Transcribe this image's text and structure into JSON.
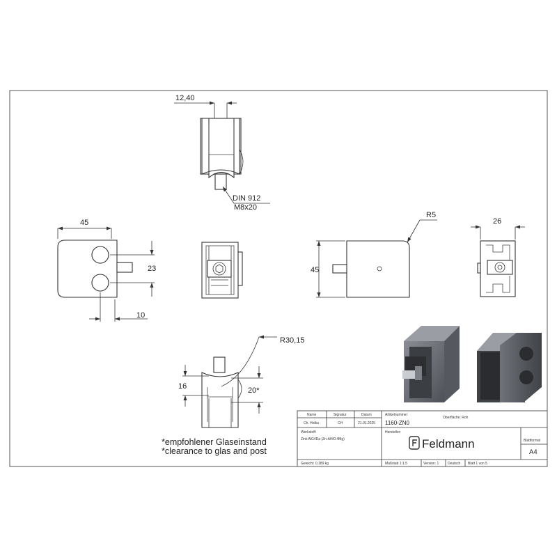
{
  "dimensions": {
    "top_width": "12,40",
    "screw_line1": "DIN 912",
    "screw_line2": "M8x20",
    "front_width": "45",
    "hole_spacing": "23",
    "edge_offset": "10",
    "radius_corner": "R5",
    "back_height": "45",
    "side_width": "26",
    "radius_curve": "R30,15",
    "bottom_slot": "16",
    "bottom_clearance": "20*"
  },
  "notes": {
    "line1": "*empfohlener Glaseinstand",
    "line2": "*clearance to glas and post"
  },
  "title_block": {
    "headers": {
      "name": "Name",
      "signature": "Signatur",
      "date": "Datum"
    },
    "drawn_by": "Ch. Holka",
    "signature": "CH",
    "date": "21.01.2025",
    "article_label": "Artikelnummer",
    "article_number": "1160-ZN0",
    "surface": "Oberfläche: Roh",
    "material_label": "Werkstoff:",
    "material_value": "Zink AlG4Da (Zn-Al4/0.4Mg)",
    "manufacturer_label": "Hersteller:",
    "brand": "Feldmann",
    "format_label": "Blattformat",
    "format_value": "A4",
    "weight": "Gewicht: 0,189 kg",
    "scale": "Maßstab 1:1.5",
    "version": "Version: 1",
    "language": "Deutsch",
    "sheet": "Blatt 1 von 5"
  }
}
